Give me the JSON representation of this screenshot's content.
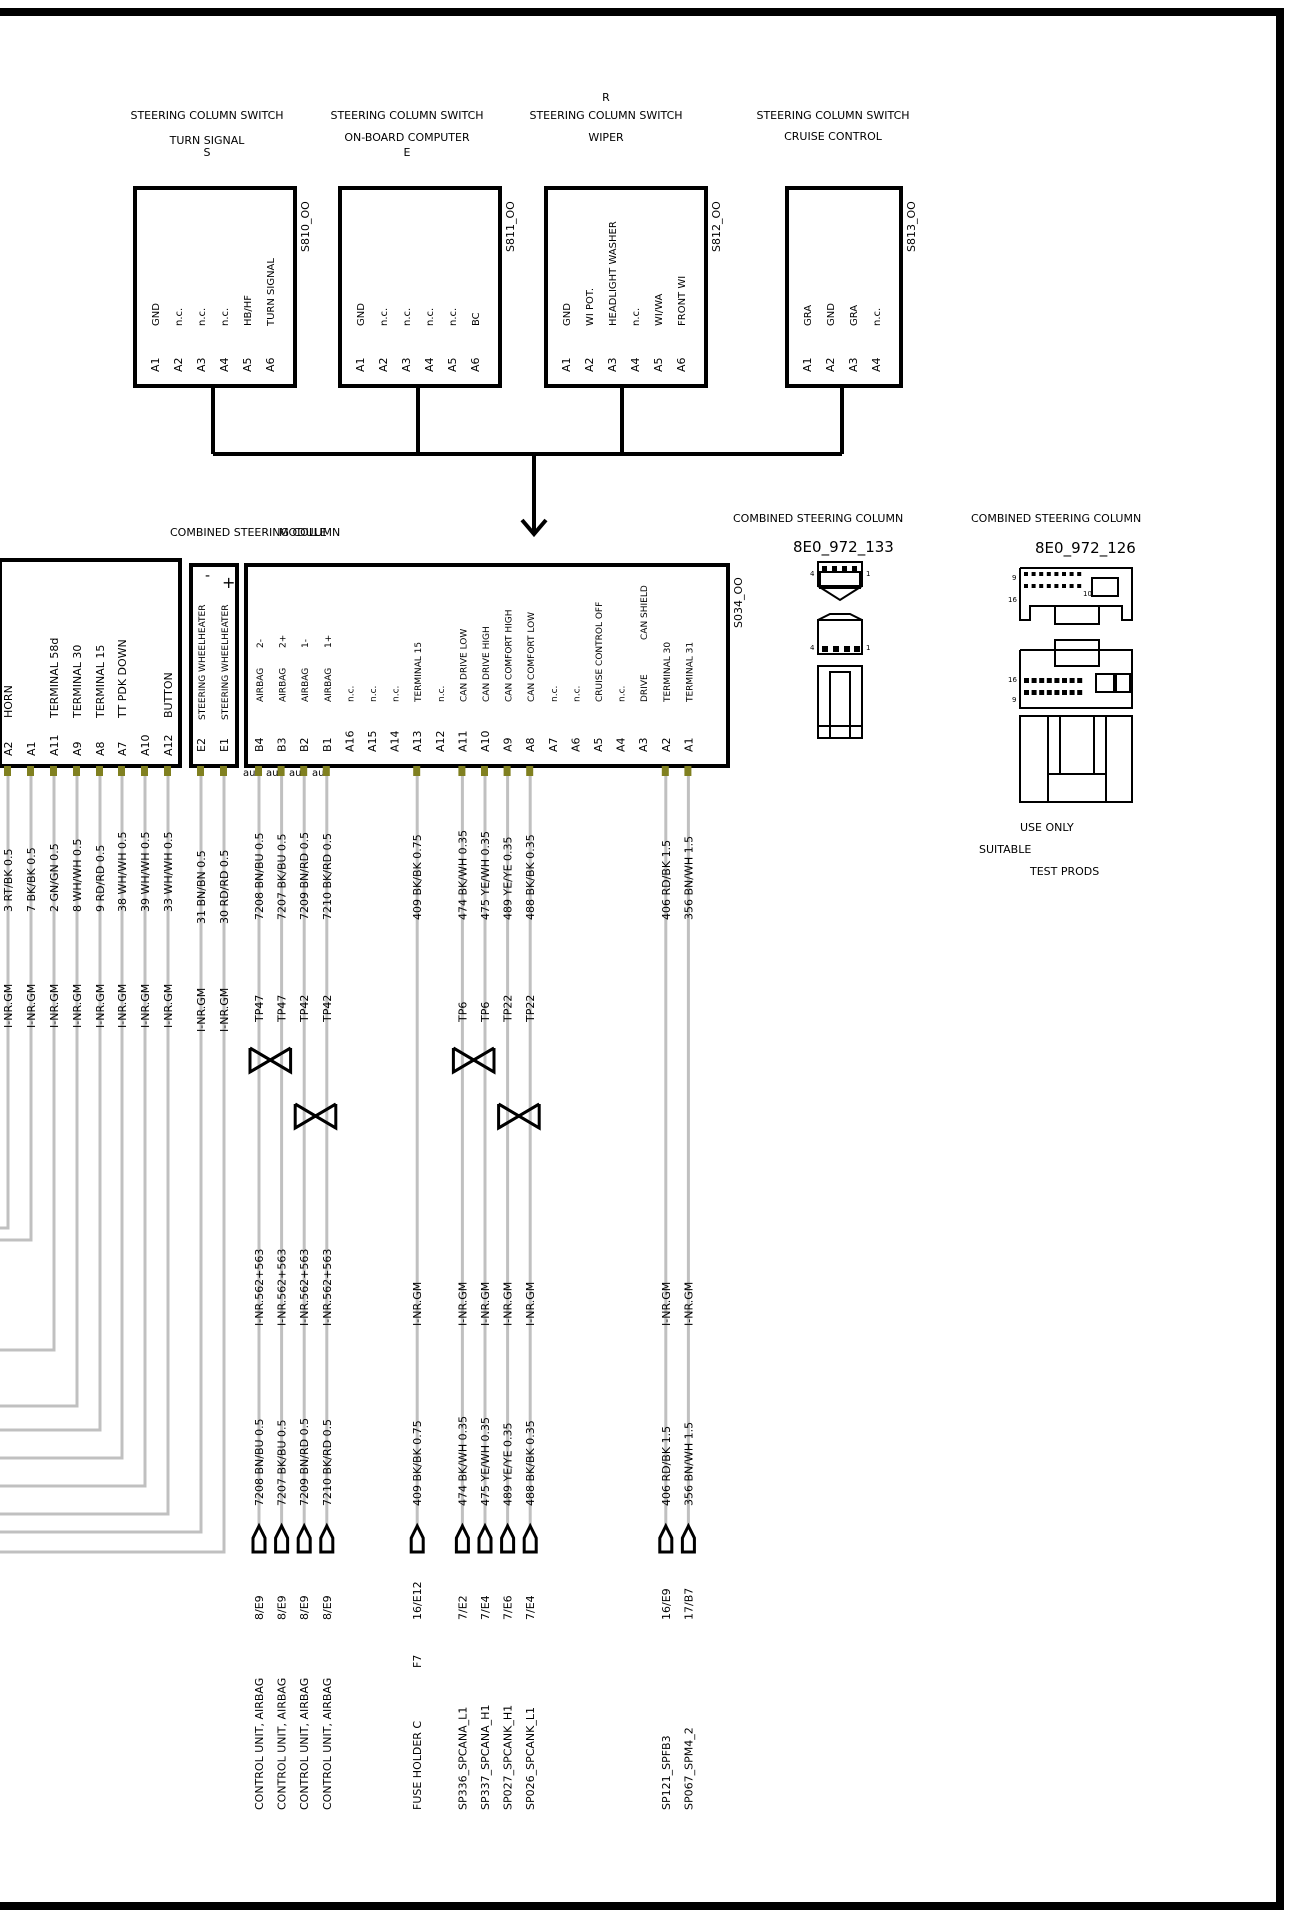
{
  "switches": [
    {
      "id": "s810",
      "title": [
        "STEERING COLUMN SWITCH",
        "TURN SIGNAL",
        "S"
      ],
      "ref": "S810_OO",
      "pins": [
        "A1",
        "A2",
        "A3",
        "A4",
        "A5",
        "A6"
      ],
      "funcs": [
        "GND",
        "n.c.",
        "n.c.",
        "n.c.",
        "HB/HF",
        "TURN SIGNAL"
      ]
    },
    {
      "id": "s811",
      "title": [
        "STEERING COLUMN SWITCH",
        "ON-BOARD COMPUTER",
        "E"
      ],
      "ref": "S811_OO",
      "pins": [
        "A1",
        "A2",
        "A3",
        "A4",
        "A5",
        "A6"
      ],
      "funcs": [
        "GND",
        "n.c.",
        "n.c.",
        "n.c.",
        "n.c.",
        "BC"
      ]
    },
    {
      "id": "s812",
      "title": [
        "R",
        "STEERING COLUMN SWITCH",
        "WIPER"
      ],
      "ref": "S812_OO",
      "pins": [
        "A1",
        "A2",
        "A3",
        "A4",
        "A5",
        "A6"
      ],
      "funcs": [
        "GND",
        "WI POT.",
        "HEADLIGHT WASHER",
        "n.c.",
        "WI/WA",
        "FRONT WI"
      ]
    },
    {
      "id": "s813",
      "title": [
        "STEERING COLUMN SWITCH",
        "CRUISE CONTROL"
      ],
      "ref": "S813_OO",
      "pins": [
        "A1",
        "A2",
        "A3",
        "A4"
      ],
      "funcs": [
        "GRA",
        "GND",
        "GRA",
        "n.c."
      ]
    }
  ],
  "module": {
    "label_left": "COMBINED STEERING COLUMN",
    "label_right": "MODULE",
    "ref": "S034_OO",
    "heater_minus": "-",
    "heater_plus": "+",
    "au": "au"
  },
  "connectors": [
    {
      "label": "COMBINED STEERING COLUMN",
      "part": "8E0_972_133"
    },
    {
      "label": "COMBINED STEERING COLUMN",
      "part": "8E0_972_126"
    }
  ],
  "notes": [
    "USE ONLY",
    "SUITABLE",
    "TEST PRODS"
  ],
  "left_block": [
    {
      "pin": "A2",
      "func": "HORN",
      "wire": "3 RT/BK 0.5",
      "gm": "I-NR.GM"
    },
    {
      "pin": "A1",
      "func": "",
      "wire": "7 BK/BK 0.5",
      "gm": "I-NR.GM"
    },
    {
      "pin": "A11",
      "func": "TERMINAL 58d",
      "wire": "2 GN/GN 0.5",
      "gm": "I-NR.GM"
    },
    {
      "pin": "A9",
      "func": "TERMINAL 30",
      "wire": "8 WH/WH 0.5",
      "gm": "I-NR.GM"
    },
    {
      "pin": "A8",
      "func": "TERMINAL 15",
      "wire": "9 RD/RD 0.5",
      "gm": "I-NR.GM"
    },
    {
      "pin": "A7",
      "func": "TT PDK DOWN",
      "wire": "38 WH/WH 0.5",
      "gm": "I-NR.GM"
    },
    {
      "pin": "A10",
      "func": "",
      "wire": "39 WH/WH 0.5",
      "gm": "I-NR.GM"
    },
    {
      "pin": "A12",
      "func": "BUTTON",
      "wire": "33 WH/WH 0.5",
      "gm": "I-NR.GM"
    }
  ],
  "heater_block": [
    {
      "pin": "E2",
      "func": "STEERING WHEELHEATER",
      "wire": "31 BN/BN 0.5",
      "gm": "I-NR.GM"
    },
    {
      "pin": "E1",
      "func": "STEERING WHEELHEATER",
      "wire": "30 RD/RD 0.5",
      "gm": "I-NR.GM"
    }
  ],
  "main_block": [
    {
      "pin": "B4",
      "func": "AIRBAG",
      "func2": "2-",
      "w1": "7208 BN/BU 0.5",
      "tp": "TP47",
      "gm": "I-NR.562+563",
      "w2": "7208 BN/BU 0.5",
      "loc": "8/E9",
      "dest": "CONTROL UNIT, AIRBAG"
    },
    {
      "pin": "B3",
      "func": "AIRBAG",
      "func2": "2+",
      "w1": "7207 BK/BU 0.5",
      "tp": "TP47",
      "gm": "I-NR.562+563",
      "w2": "7207 BK/BU 0.5",
      "loc": "8/E9",
      "dest": "CONTROL UNIT, AIRBAG"
    },
    {
      "pin": "B2",
      "func": "AIRBAG",
      "func2": "1-",
      "w1": "7209 BN/RD 0.5",
      "tp": "TP42",
      "gm": "I-NR.562+563",
      "w2": "7209 BN/RD 0.5",
      "loc": "8/E9",
      "dest": "CONTROL UNIT, AIRBAG"
    },
    {
      "pin": "B1",
      "func": "AIRBAG",
      "func2": "1+",
      "w1": "7210 BK/RD 0.5",
      "tp": "TP42",
      "gm": "I-NR.562+563",
      "w2": "7210 BK/RD 0.5",
      "loc": "8/E9",
      "dest": "CONTROL UNIT, AIRBAG"
    },
    {
      "pin": "A16",
      "func": "n.c.",
      "func2": ""
    },
    {
      "pin": "A15",
      "func": "n.c.",
      "func2": ""
    },
    {
      "pin": "A14",
      "func": "n.c.",
      "func2": ""
    },
    {
      "pin": "A13",
      "func": "TERMINAL 15",
      "func2": "",
      "w1": "409 BK/BK 0.75",
      "tp": "",
      "gm": "I-NR.GM",
      "w2": "409 BK/BK 0.75",
      "loc": "16/E12",
      "loc2": "F7",
      "dest": "FUSE HOLDER C"
    },
    {
      "pin": "A12",
      "func": "n.c.",
      "func2": ""
    },
    {
      "pin": "A11",
      "func": "CAN DRIVE LOW",
      "func2": "",
      "w1": "474 BK/WH 0.35",
      "tp": "TP6",
      "gm": "I-NR.GM",
      "w2": "474 BK/WH 0.35",
      "loc": "7/E2",
      "dest": "SP336_SPCANA_L1"
    },
    {
      "pin": "A10",
      "func": "CAN DRIVE HIGH",
      "func2": "",
      "w1": "475 YE/WH 0.35",
      "tp": "TP6",
      "gm": "I-NR.GM",
      "w2": "475 YE/WH 0.35",
      "loc": "7/E4",
      "dest": "SP337_SPCANA_H1"
    },
    {
      "pin": "A9",
      "func": "CAN COMFORT HIGH",
      "func2": "",
      "w1": "489 YE/YE 0.35",
      "tp": "TP22",
      "gm": "I-NR.GM",
      "w2": "489 YE/YE 0.35",
      "loc": "7/E6",
      "dest": "SP027_SPCANK_H1"
    },
    {
      "pin": "A8",
      "func": "CAN COMFORT LOW",
      "func2": "",
      "w1": "488 BK/BK 0.35",
      "tp": "TP22",
      "gm": "I-NR.GM",
      "w2": "488 BK/BK 0.35",
      "loc": "7/E4",
      "dest": "SP026_SPCANK_L1"
    },
    {
      "pin": "A7",
      "func": "n.c.",
      "func2": ""
    },
    {
      "pin": "A6",
      "func": "n.c.",
      "func2": ""
    },
    {
      "pin": "A5",
      "func": "CRUISE CONTROL OFF",
      "func2": ""
    },
    {
      "pin": "A4",
      "func": "n.c.",
      "func2": ""
    },
    {
      "pin": "A3",
      "func": "DRIVE",
      "func2": "CAN   SHIELD"
    },
    {
      "pin": "A2",
      "func": "TERMINAL 30",
      "func2": "",
      "w1": "406 RD/BK 1.5",
      "tp": "",
      "gm": "I-NR.GM",
      "w2": "406 RD/BK 1.5",
      "loc": "16/E9",
      "dest": "SP121_SPFB3"
    },
    {
      "pin": "A1",
      "func": "TERMINAL 31",
      "func2": "",
      "w1": "356 BN/WH 1.5",
      "tp": "",
      "gm": "I-NR.GM",
      "w2": "356 BN/WH 1.5",
      "loc": "17/B7",
      "dest": "SP067_SPM4_2"
    }
  ],
  "colors": {
    "line": "#000000",
    "wire": "#c0c0c0",
    "pin_marker": "#808020"
  }
}
